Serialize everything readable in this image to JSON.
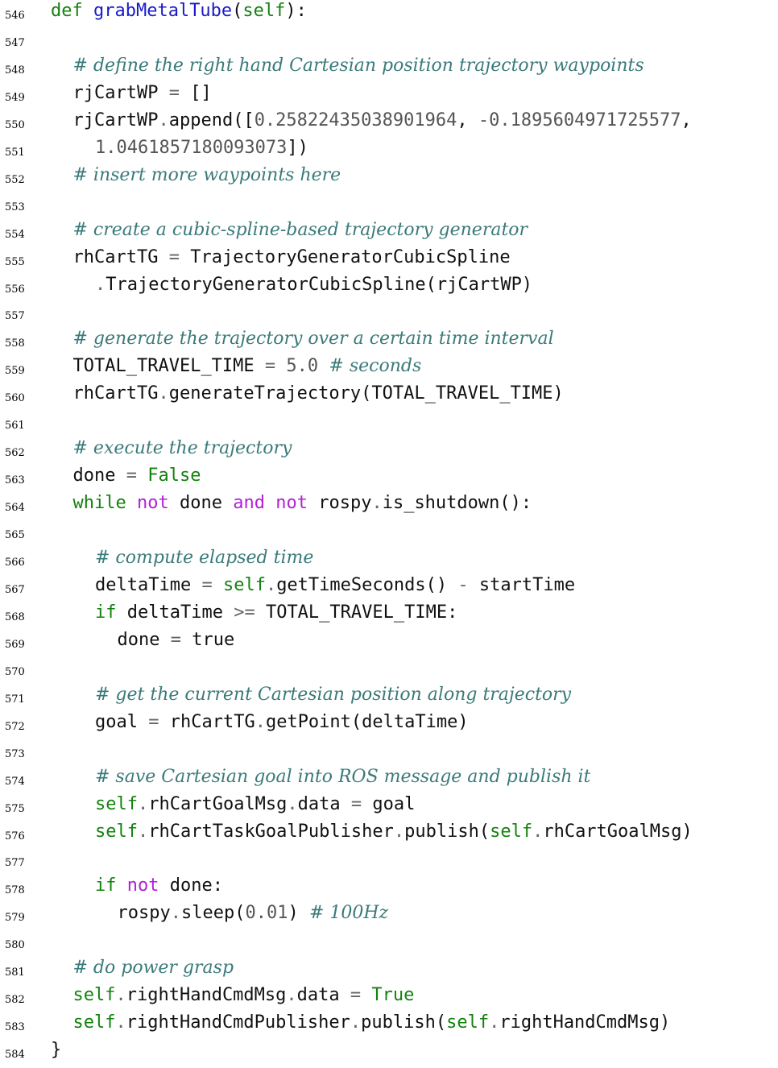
{
  "colors": {
    "keyword": "#14820f",
    "keyword_op": "#b41fd6",
    "function_name": "#1a1ac8",
    "comment": "#3b7a7a",
    "number": "#555555",
    "text": "#111111"
  },
  "lines": [
    {
      "n": "546",
      "indent": 0,
      "tokens": [
        [
          "kw",
          "def "
        ],
        [
          "fn",
          "grabMetalTube"
        ],
        [
          "txt",
          "("
        ],
        [
          "kw",
          "self"
        ],
        [
          "txt",
          "):"
        ]
      ]
    },
    {
      "n": "547",
      "indent": 0,
      "tokens": []
    },
    {
      "n": "548",
      "indent": 1,
      "tokens": [
        [
          "com",
          "# define the right hand Cartesian position trajectory waypoints"
        ]
      ]
    },
    {
      "n": "549",
      "indent": 1,
      "tokens": [
        [
          "txt",
          "rjCartWP "
        ],
        [
          "op",
          "="
        ],
        [
          "txt",
          " []"
        ]
      ]
    },
    {
      "n": "550",
      "indent": 1,
      "tokens": [
        [
          "txt",
          "rjCartWP"
        ],
        [
          "op",
          "."
        ],
        [
          "txt",
          "append(["
        ],
        [
          "num",
          "0.25822435038901964"
        ],
        [
          "txt",
          ", "
        ],
        [
          "num",
          "-0.1895604971725577"
        ],
        [
          "txt",
          ","
        ]
      ]
    },
    {
      "n": "551",
      "indent": 2,
      "tokens": [
        [
          "num",
          "1.0461857180093073"
        ],
        [
          "txt",
          "])"
        ]
      ]
    },
    {
      "n": "552",
      "indent": 1,
      "tokens": [
        [
          "com",
          "# insert more waypoints here"
        ]
      ]
    },
    {
      "n": "553",
      "indent": 0,
      "tokens": []
    },
    {
      "n": "554",
      "indent": 1,
      "tokens": [
        [
          "com",
          "# create a cubic-spline-based trajectory generator"
        ]
      ]
    },
    {
      "n": "555",
      "indent": 1,
      "tokens": [
        [
          "txt",
          "rhCartTG "
        ],
        [
          "op",
          "="
        ],
        [
          "txt",
          " TrajectoryGeneratorCubicSpline"
        ]
      ]
    },
    {
      "n": "556",
      "indent": 2,
      "tokens": [
        [
          "op",
          "."
        ],
        [
          "txt",
          "TrajectoryGeneratorCubicSpline(rjCartWP)"
        ]
      ]
    },
    {
      "n": "557",
      "indent": 0,
      "tokens": []
    },
    {
      "n": "558",
      "indent": 1,
      "tokens": [
        [
          "com",
          "# generate the trajectory over a certain time interval"
        ]
      ]
    },
    {
      "n": "559",
      "indent": 1,
      "tokens": [
        [
          "txt",
          "TOTAL_TRAVEL_TIME "
        ],
        [
          "op",
          "="
        ],
        [
          "txt",
          " "
        ],
        [
          "num",
          "5.0"
        ],
        [
          "txt",
          " "
        ],
        [
          "com",
          "# seconds"
        ]
      ]
    },
    {
      "n": "560",
      "indent": 1,
      "tokens": [
        [
          "txt",
          "rhCartTG"
        ],
        [
          "op",
          "."
        ],
        [
          "txt",
          "generateTrajectory(TOTAL_TRAVEL_TIME)"
        ]
      ]
    },
    {
      "n": "561",
      "indent": 0,
      "tokens": []
    },
    {
      "n": "562",
      "indent": 1,
      "tokens": [
        [
          "com",
          "# execute the trajectory"
        ]
      ]
    },
    {
      "n": "563",
      "indent": 1,
      "tokens": [
        [
          "txt",
          "done "
        ],
        [
          "op",
          "="
        ],
        [
          "txt",
          " "
        ],
        [
          "kw",
          "False"
        ]
      ]
    },
    {
      "n": "564",
      "indent": 1,
      "tokens": [
        [
          "kw",
          "while "
        ],
        [
          "kw2",
          "not"
        ],
        [
          "txt",
          " done "
        ],
        [
          "kw2",
          "and"
        ],
        [
          "txt",
          " "
        ],
        [
          "kw2",
          "not"
        ],
        [
          "txt",
          " rospy"
        ],
        [
          "op",
          "."
        ],
        [
          "txt",
          "is_shutdown():"
        ]
      ]
    },
    {
      "n": "565",
      "indent": 0,
      "tokens": []
    },
    {
      "n": "566",
      "indent": 2,
      "tokens": [
        [
          "com",
          "# compute elapsed time"
        ]
      ]
    },
    {
      "n": "567",
      "indent": 2,
      "tokens": [
        [
          "txt",
          "deltaTime "
        ],
        [
          "op",
          "="
        ],
        [
          "txt",
          " "
        ],
        [
          "kw",
          "self"
        ],
        [
          "op",
          "."
        ],
        [
          "txt",
          "getTimeSeconds() "
        ],
        [
          "op",
          "-"
        ],
        [
          "txt",
          " startTime"
        ]
      ]
    },
    {
      "n": "568",
      "indent": 2,
      "tokens": [
        [
          "kw",
          "if"
        ],
        [
          "txt",
          " deltaTime "
        ],
        [
          "op",
          ">="
        ],
        [
          "txt",
          " TOTAL_TRAVEL_TIME:"
        ]
      ]
    },
    {
      "n": "569",
      "indent": 3,
      "tokens": [
        [
          "txt",
          "done "
        ],
        [
          "op",
          "="
        ],
        [
          "txt",
          " true"
        ]
      ]
    },
    {
      "n": "570",
      "indent": 0,
      "tokens": []
    },
    {
      "n": "571",
      "indent": 2,
      "tokens": [
        [
          "com",
          "# get the current Cartesian position along trajectory"
        ]
      ]
    },
    {
      "n": "572",
      "indent": 2,
      "tokens": [
        [
          "txt",
          "goal "
        ],
        [
          "op",
          "="
        ],
        [
          "txt",
          " rhCartTG"
        ],
        [
          "op",
          "."
        ],
        [
          "txt",
          "getPoint(deltaTime)"
        ]
      ]
    },
    {
      "n": "573",
      "indent": 0,
      "tokens": []
    },
    {
      "n": "574",
      "indent": 2,
      "tokens": [
        [
          "com",
          "# save Cartesian goal into ROS message and publish it"
        ]
      ]
    },
    {
      "n": "575",
      "indent": 2,
      "tokens": [
        [
          "kw",
          "self"
        ],
        [
          "op",
          "."
        ],
        [
          "txt",
          "rhCartGoalMsg"
        ],
        [
          "op",
          "."
        ],
        [
          "txt",
          "data "
        ],
        [
          "op",
          "="
        ],
        [
          "txt",
          " goal"
        ]
      ]
    },
    {
      "n": "576",
      "indent": 2,
      "tokens": [
        [
          "kw",
          "self"
        ],
        [
          "op",
          "."
        ],
        [
          "txt",
          "rhCartTaskGoalPublisher"
        ],
        [
          "op",
          "."
        ],
        [
          "txt",
          "publish("
        ],
        [
          "kw",
          "self"
        ],
        [
          "op",
          "."
        ],
        [
          "txt",
          "rhCartGoalMsg)"
        ]
      ]
    },
    {
      "n": "577",
      "indent": 0,
      "tokens": []
    },
    {
      "n": "578",
      "indent": 2,
      "tokens": [
        [
          "kw",
          "if "
        ],
        [
          "kw2",
          "not"
        ],
        [
          "txt",
          " done:"
        ]
      ]
    },
    {
      "n": "579",
      "indent": 3,
      "tokens": [
        [
          "txt",
          "rospy"
        ],
        [
          "op",
          "."
        ],
        [
          "txt",
          "sleep("
        ],
        [
          "num",
          "0.01"
        ],
        [
          "txt",
          ") "
        ],
        [
          "com",
          "# 100Hz"
        ]
      ]
    },
    {
      "n": "580",
      "indent": 0,
      "tokens": []
    },
    {
      "n": "581",
      "indent": 1,
      "tokens": [
        [
          "com",
          "# do power grasp"
        ]
      ]
    },
    {
      "n": "582",
      "indent": 1,
      "tokens": [
        [
          "kw",
          "self"
        ],
        [
          "op",
          "."
        ],
        [
          "txt",
          "rightHandCmdMsg"
        ],
        [
          "op",
          "."
        ],
        [
          "txt",
          "data "
        ],
        [
          "op",
          "="
        ],
        [
          "txt",
          " "
        ],
        [
          "kw",
          "True"
        ]
      ]
    },
    {
      "n": "583",
      "indent": 1,
      "tokens": [
        [
          "kw",
          "self"
        ],
        [
          "op",
          "."
        ],
        [
          "txt",
          "rightHandCmdPublisher"
        ],
        [
          "op",
          "."
        ],
        [
          "txt",
          "publish("
        ],
        [
          "kw",
          "self"
        ],
        [
          "op",
          "."
        ],
        [
          "txt",
          "rightHandCmdMsg)"
        ]
      ]
    },
    {
      "n": "584",
      "indent": 0,
      "tokens": [
        [
          "txt",
          "}"
        ]
      ]
    }
  ]
}
